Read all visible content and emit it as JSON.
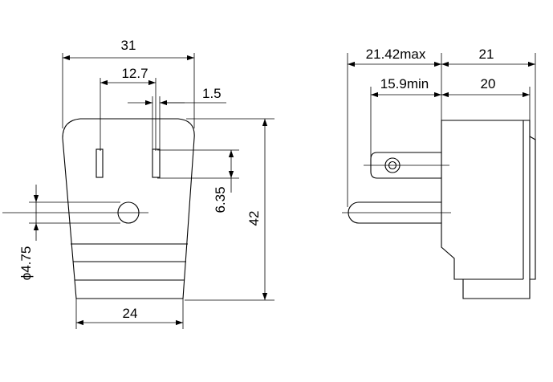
{
  "front_view": {
    "dimensions": {
      "overall_width": "31",
      "pin_spacing": "12.7",
      "pin_thickness": "1.5",
      "pin_offset": "6.35",
      "height": "42",
      "ground_pin_diameter": "ϕ4.75",
      "base_width": "24"
    }
  },
  "side_view": {
    "dimensions": {
      "pin_length_max": "21.42max",
      "pin_length_min": "15.9min",
      "body_depth": "21",
      "body_depth_inner": "20"
    }
  },
  "colors": {
    "line": "#000000",
    "background": "#ffffff"
  }
}
